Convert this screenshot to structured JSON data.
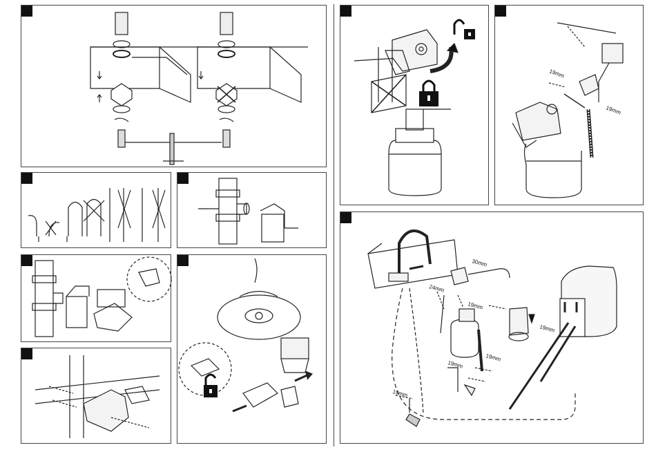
{
  "panels": [
    {
      "id": "p1",
      "step": ""
    },
    {
      "id": "p2",
      "step": ""
    },
    {
      "id": "p3",
      "step": ""
    },
    {
      "id": "p4",
      "step": ""
    },
    {
      "id": "p5",
      "step": ""
    },
    {
      "id": "p6",
      "step": ""
    },
    {
      "id": "p7",
      "step": ""
    },
    {
      "id": "p8",
      "step": ""
    },
    {
      "id": "p9",
      "step": ""
    }
  ],
  "labels": {
    "wrench_19mm_a": "19mm",
    "wrench_19mm_b": "19mm",
    "wrench_30mm": "30mm",
    "wrench_24mm": "24mm",
    "wrench_19mm_c": "19mm",
    "wrench_19mm_d": "19mm",
    "wrench_19mm_e": "19mm",
    "wrench_19mm_f": "19mm",
    "wrench_19mm_g": "19mm"
  },
  "icons": [
    "unlock-icon",
    "lock-icon",
    "rotate-arrow-icon",
    "wrench-icon",
    "filter-cartridge-icon",
    "faucet-icon",
    "boiler-icon"
  ]
}
